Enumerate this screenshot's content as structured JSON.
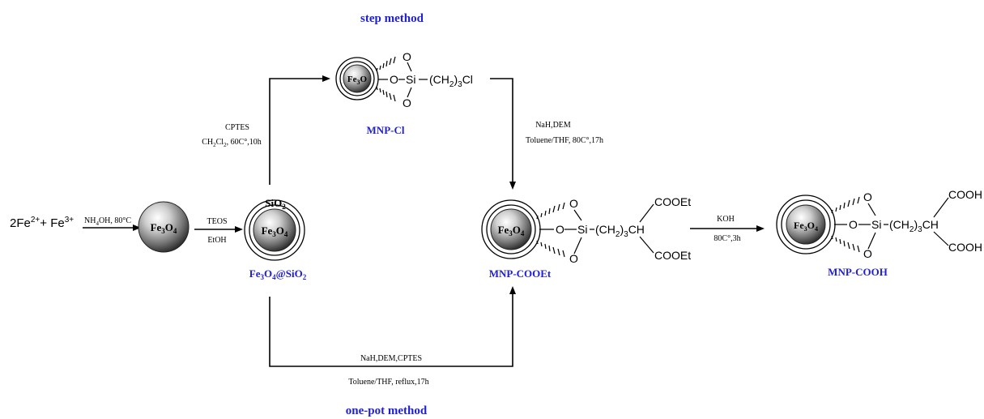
{
  "methods": {
    "step": "step method",
    "one_pot": "one-pot method"
  },
  "reactants": {
    "fe2": "2Fe",
    "fe2_charge": "2+",
    "plus": "+ Fe",
    "fe3_charge": "3+"
  },
  "core": {
    "fe": "Fe",
    "sub3": "3",
    "o": "O",
    "sub4": "4"
  },
  "shell": {
    "si": "SiO",
    "sub2": "2"
  },
  "conditions": {
    "step1_a": "NH",
    "step1_a_sub": "4",
    "step1_b": "OH, 80°C",
    "teos": "TEOS",
    "etoh": "EtOH",
    "cptes": "CPTES",
    "ch2cl2_a": "CH",
    "ch2cl2_a_sub": "2",
    "ch2cl2_b": "Cl",
    "ch2cl2_b_sub": "2",
    "ch2cl2_rest": ", 60C°,10h",
    "nah_dem": "NaH,DEM",
    "toluene_thf": "Toluene/THF, 80C°,17h",
    "onepot_top": "NaH,DEM,CPTES",
    "onepot_bottom": "Toluene/THF, reflux,17h",
    "koh": "KOH",
    "koh_cond": "80C°,3h"
  },
  "labels": {
    "mnp_cl": "MNP-Cl",
    "fe3o4_sio2_a": "Fe",
    "fe3o4_sio2_b": "O",
    "fe3o4_sio2_c": "@SiO",
    "mnp_cooet": "MNP-COOEt",
    "mnp_cooh": "MNP-COOH"
  },
  "chem": {
    "o": "O",
    "si": "Si",
    "chain_cl": "(CH",
    "chain_cl_sub": "2",
    "chain_cl_end": ")",
    "chain_cl_sub3": "3",
    "cl": "Cl",
    "ch": "CH",
    "cooet": "COOEt",
    "cooh": "COOH"
  },
  "colors": {
    "label_blue": "#1f1fd6"
  }
}
